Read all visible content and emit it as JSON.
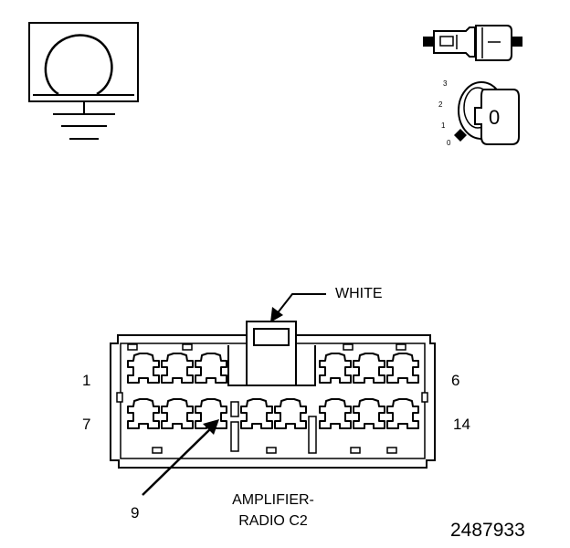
{
  "connector": {
    "name_line1": "AMPLIFIER-",
    "name_line2": "RADIO C2",
    "color": "WHITE",
    "pin_labels": {
      "top_left": "1",
      "top_right": "6",
      "bottom_left": "7",
      "bottom_right": "14",
      "pointer": "9"
    },
    "top_row_cavities": 6,
    "bottom_row_cavities": 8
  },
  "figure_number": "2487933",
  "icons": {
    "ground": "ohm-ground-icon",
    "connector": "inline-connector-icon",
    "ignition": "ignition-key-icon"
  },
  "ignition": {
    "positions": [
      "3",
      "2",
      "1",
      "0"
    ],
    "key_label": "0"
  },
  "colors": {
    "line": "#000000",
    "background": "#ffffff"
  }
}
